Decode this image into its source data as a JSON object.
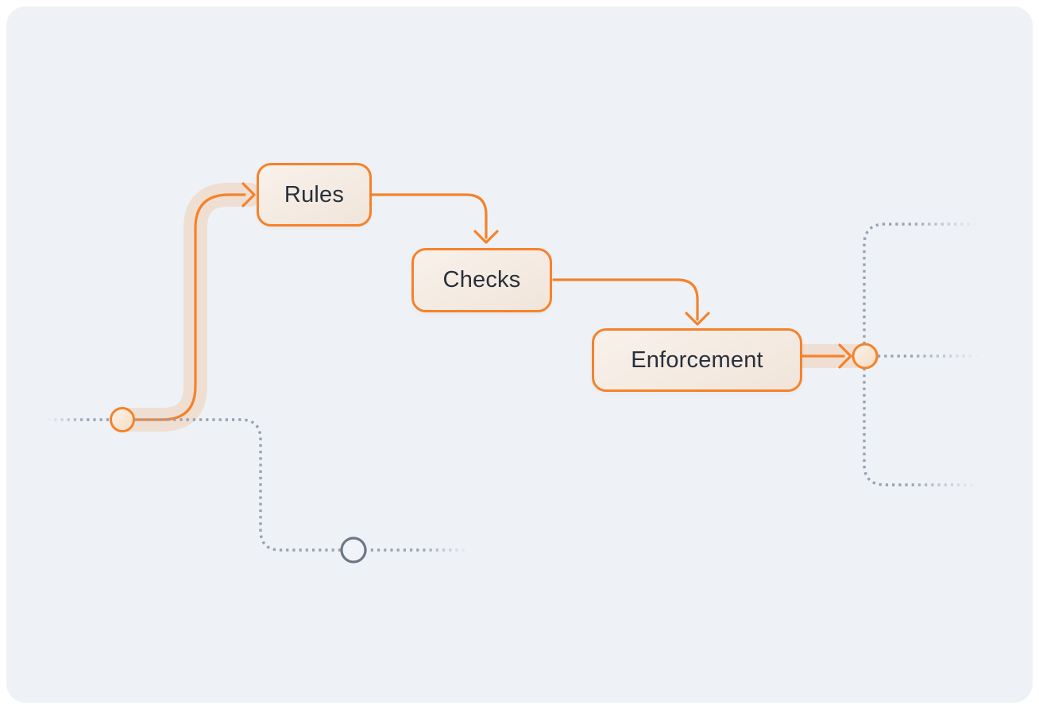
{
  "diagram": {
    "title": "policy-flow-diagram",
    "nodes": [
      {
        "id": "rules",
        "label": "Rules"
      },
      {
        "id": "checks",
        "label": "Checks"
      },
      {
        "id": "enforcement",
        "label": "Enforcement"
      }
    ],
    "endpoints": [
      {
        "id": "start-node",
        "type": "circle",
        "state": "active"
      },
      {
        "id": "end-node",
        "type": "circle",
        "state": "active"
      },
      {
        "id": "alt-node",
        "type": "circle",
        "state": "inactive"
      }
    ],
    "edges": [
      {
        "from": "start-node",
        "to": "rules",
        "style": "solid-highlighted"
      },
      {
        "from": "rules",
        "to": "checks",
        "style": "solid"
      },
      {
        "from": "checks",
        "to": "enforcement",
        "style": "solid"
      },
      {
        "from": "enforcement",
        "to": "end-node",
        "style": "solid-highlighted"
      },
      {
        "from": "start-node",
        "to": "alt-node",
        "style": "dotted-inactive"
      },
      {
        "from": "end-node",
        "to": "branch-top",
        "style": "dotted-inactive-fading"
      },
      {
        "from": "end-node",
        "to": "branch-middle",
        "style": "dotted-inactive-fading"
      },
      {
        "from": "end-node",
        "to": "branch-bottom",
        "style": "dotted-inactive-fading"
      }
    ],
    "colors": {
      "accent": "#f5822b",
      "glow": "rgba(245,130,43,0.17)",
      "canvas-bg": "#eef2f6",
      "page-bg": "#ffffff",
      "dots": "#98a1b2",
      "gray-node-border": "#6e7787",
      "gray-node-fill": "#f0f3f7",
      "box-text": "#28303c",
      "box-fill-a": "#f8f1eb",
      "box-fill-b": "#f1e5da"
    }
  }
}
